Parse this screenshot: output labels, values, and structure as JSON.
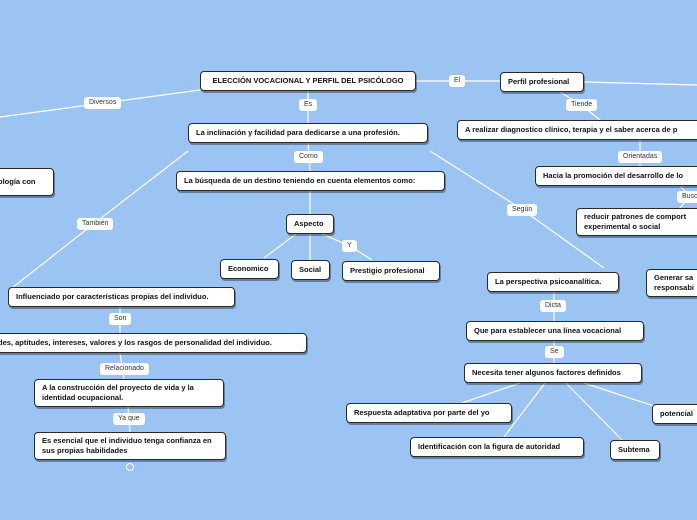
{
  "nodes": {
    "title": "ELECCIÓN VOCACIONAL Y PERFIL DEL PSICÓLOGO",
    "perfil": "Perfil profesional",
    "diagnostico": "A realizar diagnostico clínico, terapia y el saber acerca de p",
    "promocion": "Hacia la promoción del desarrollo de lo",
    "reducir": "reducir patrones de comport experimental o social",
    "generar": "Generar sa responsabi",
    "inclinacion": "La inclinación y facilidad para dedicarse a una profesión.",
    "busqueda": "La búsqueda de un destino teniendo en cuenta elementos como:",
    "aspecto": "Aspecto",
    "economico": "Economico",
    "social": "Social",
    "prestigio": "Prestigio profesional",
    "ologia": "ología con",
    "influenciado": "Influenciado por características propias del individuo.",
    "aptitudes": "des, aptitudes, intereses, valores y los rasgos de personalidad del individuo.",
    "construccion": "A la construcción del proyecto de vida y la identidad ocupacional.",
    "esencial": "Es esencial que el individuo tenga confianza en sus propias habilidades",
    "psicoanalitica": "La perspectiva psicoanalítica.",
    "linea": "Que para establecer una línea vocacional",
    "factores": "Necesita tener algunos factores definidos",
    "respuesta": "Respuesta adaptativa por parte del yo",
    "identificacion": "Identificación con la figura de autoridad",
    "subtema": "Subtema",
    "potencial": "potencial"
  },
  "labels": {
    "diversos": "Diversos",
    "el": "El",
    "es": "Es",
    "tiende": "Tiende",
    "como": "Como",
    "orientadas": "Orientadas",
    "busca": "Busc",
    "tambien": "También",
    "y": "Y",
    "segun": "Según",
    "son": "Son",
    "relacionado": "Relacionado",
    "ya_que": "Ya que",
    "dicta": "Dicta",
    "se": "Se"
  },
  "colors": {
    "background": "#9bc4f2",
    "node": "#ffffff",
    "line": "#ffffff"
  },
  "icons": {
    "collapse": "collapse-circle-icon"
  }
}
